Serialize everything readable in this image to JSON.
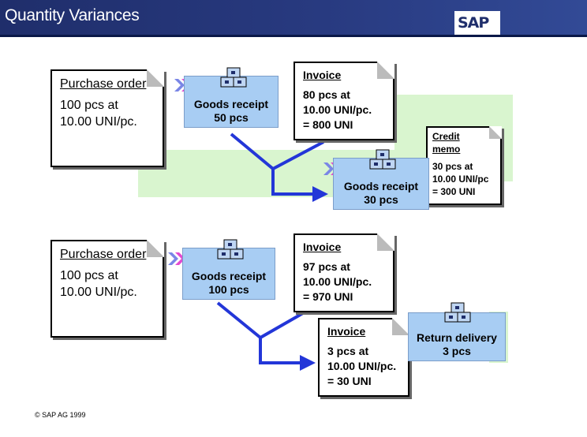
{
  "header": {
    "title": "Quantity Variances",
    "logo": "SAP"
  },
  "scenario1": {
    "po": {
      "title": "Purchase order",
      "line1": "100 pcs at",
      "line2": "10.00 UNI/pc."
    },
    "gr1": {
      "line1": "Goods receipt",
      "line2": "50 pcs"
    },
    "invoice": {
      "title": "Invoice",
      "line1": "80 pcs at",
      "line2": "10.00 UNI/pc.",
      "line3": "= 800 UNI"
    },
    "gr2": {
      "line1": "Goods receipt",
      "line2": "30 pcs"
    },
    "credit_memo": {
      "title1": "Credit",
      "title2": "memo",
      "line1": "30 pcs at",
      "line2": "10.00 UNI/pc",
      "line3": "= 300 UNI"
    }
  },
  "scenario2": {
    "po": {
      "title": "Purchase order",
      "line1": "100 pcs at",
      "line2": "10.00 UNI/pc."
    },
    "gr1": {
      "line1": "Goods receipt",
      "line2": "100 pcs"
    },
    "invoice1": {
      "title": "Invoice",
      "line1": "97 pcs at",
      "line2": "10.00 UNI/pc.",
      "line3": "= 970 UNI"
    },
    "invoice2": {
      "title": "Invoice",
      "line1": "3 pcs at",
      "line2": "10.00 UNI/pc.",
      "line3": "= 30 UNI"
    },
    "return": {
      "line1": "Return delivery",
      "line2": "3 pcs"
    }
  },
  "footer": {
    "copyright": "© SAP AG 1999"
  },
  "colors": {
    "header": "#283a80",
    "goods_box": "#a8cdf3",
    "arrow": "#2336d8",
    "highlight": "#d9f5cf"
  }
}
